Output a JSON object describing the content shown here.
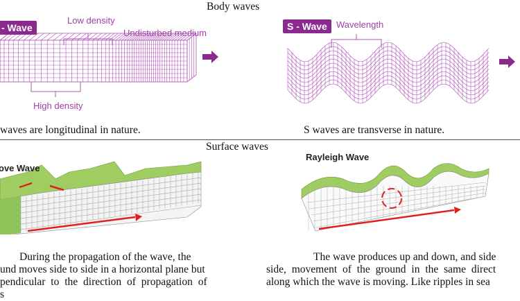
{
  "body_section": {
    "title": "Body waves",
    "p_wave": {
      "badge": "- Wave",
      "low_density": "Low density",
      "undisturbed": "Undisturbed medium",
      "high_density": "High density",
      "caption": "waves are longitudinal in nature."
    },
    "s_wave": {
      "badge": "S - Wave",
      "wavelength": "Wavelength",
      "caption": "S waves are transverse in nature."
    }
  },
  "surface_section": {
    "title": "Surface waves",
    "love_wave": {
      "badge": "ove Wave",
      "text_lines": [
        "During the propagation of the wave, the",
        "und moves side to side in a horizontal plane but",
        "pendicular to the direction of propagation of",
        "s"
      ]
    },
    "rayleigh_wave": {
      "badge": "Rayleigh Wave",
      "text_lines": [
        "The wave produces up and down, and side",
        "side, movement of the ground in the same direct",
        "along which the wave is moving. Like ripples in sea"
      ]
    }
  },
  "colors": {
    "purple": "#9b3da0",
    "green": "#8fc45a",
    "red": "#e02020"
  }
}
